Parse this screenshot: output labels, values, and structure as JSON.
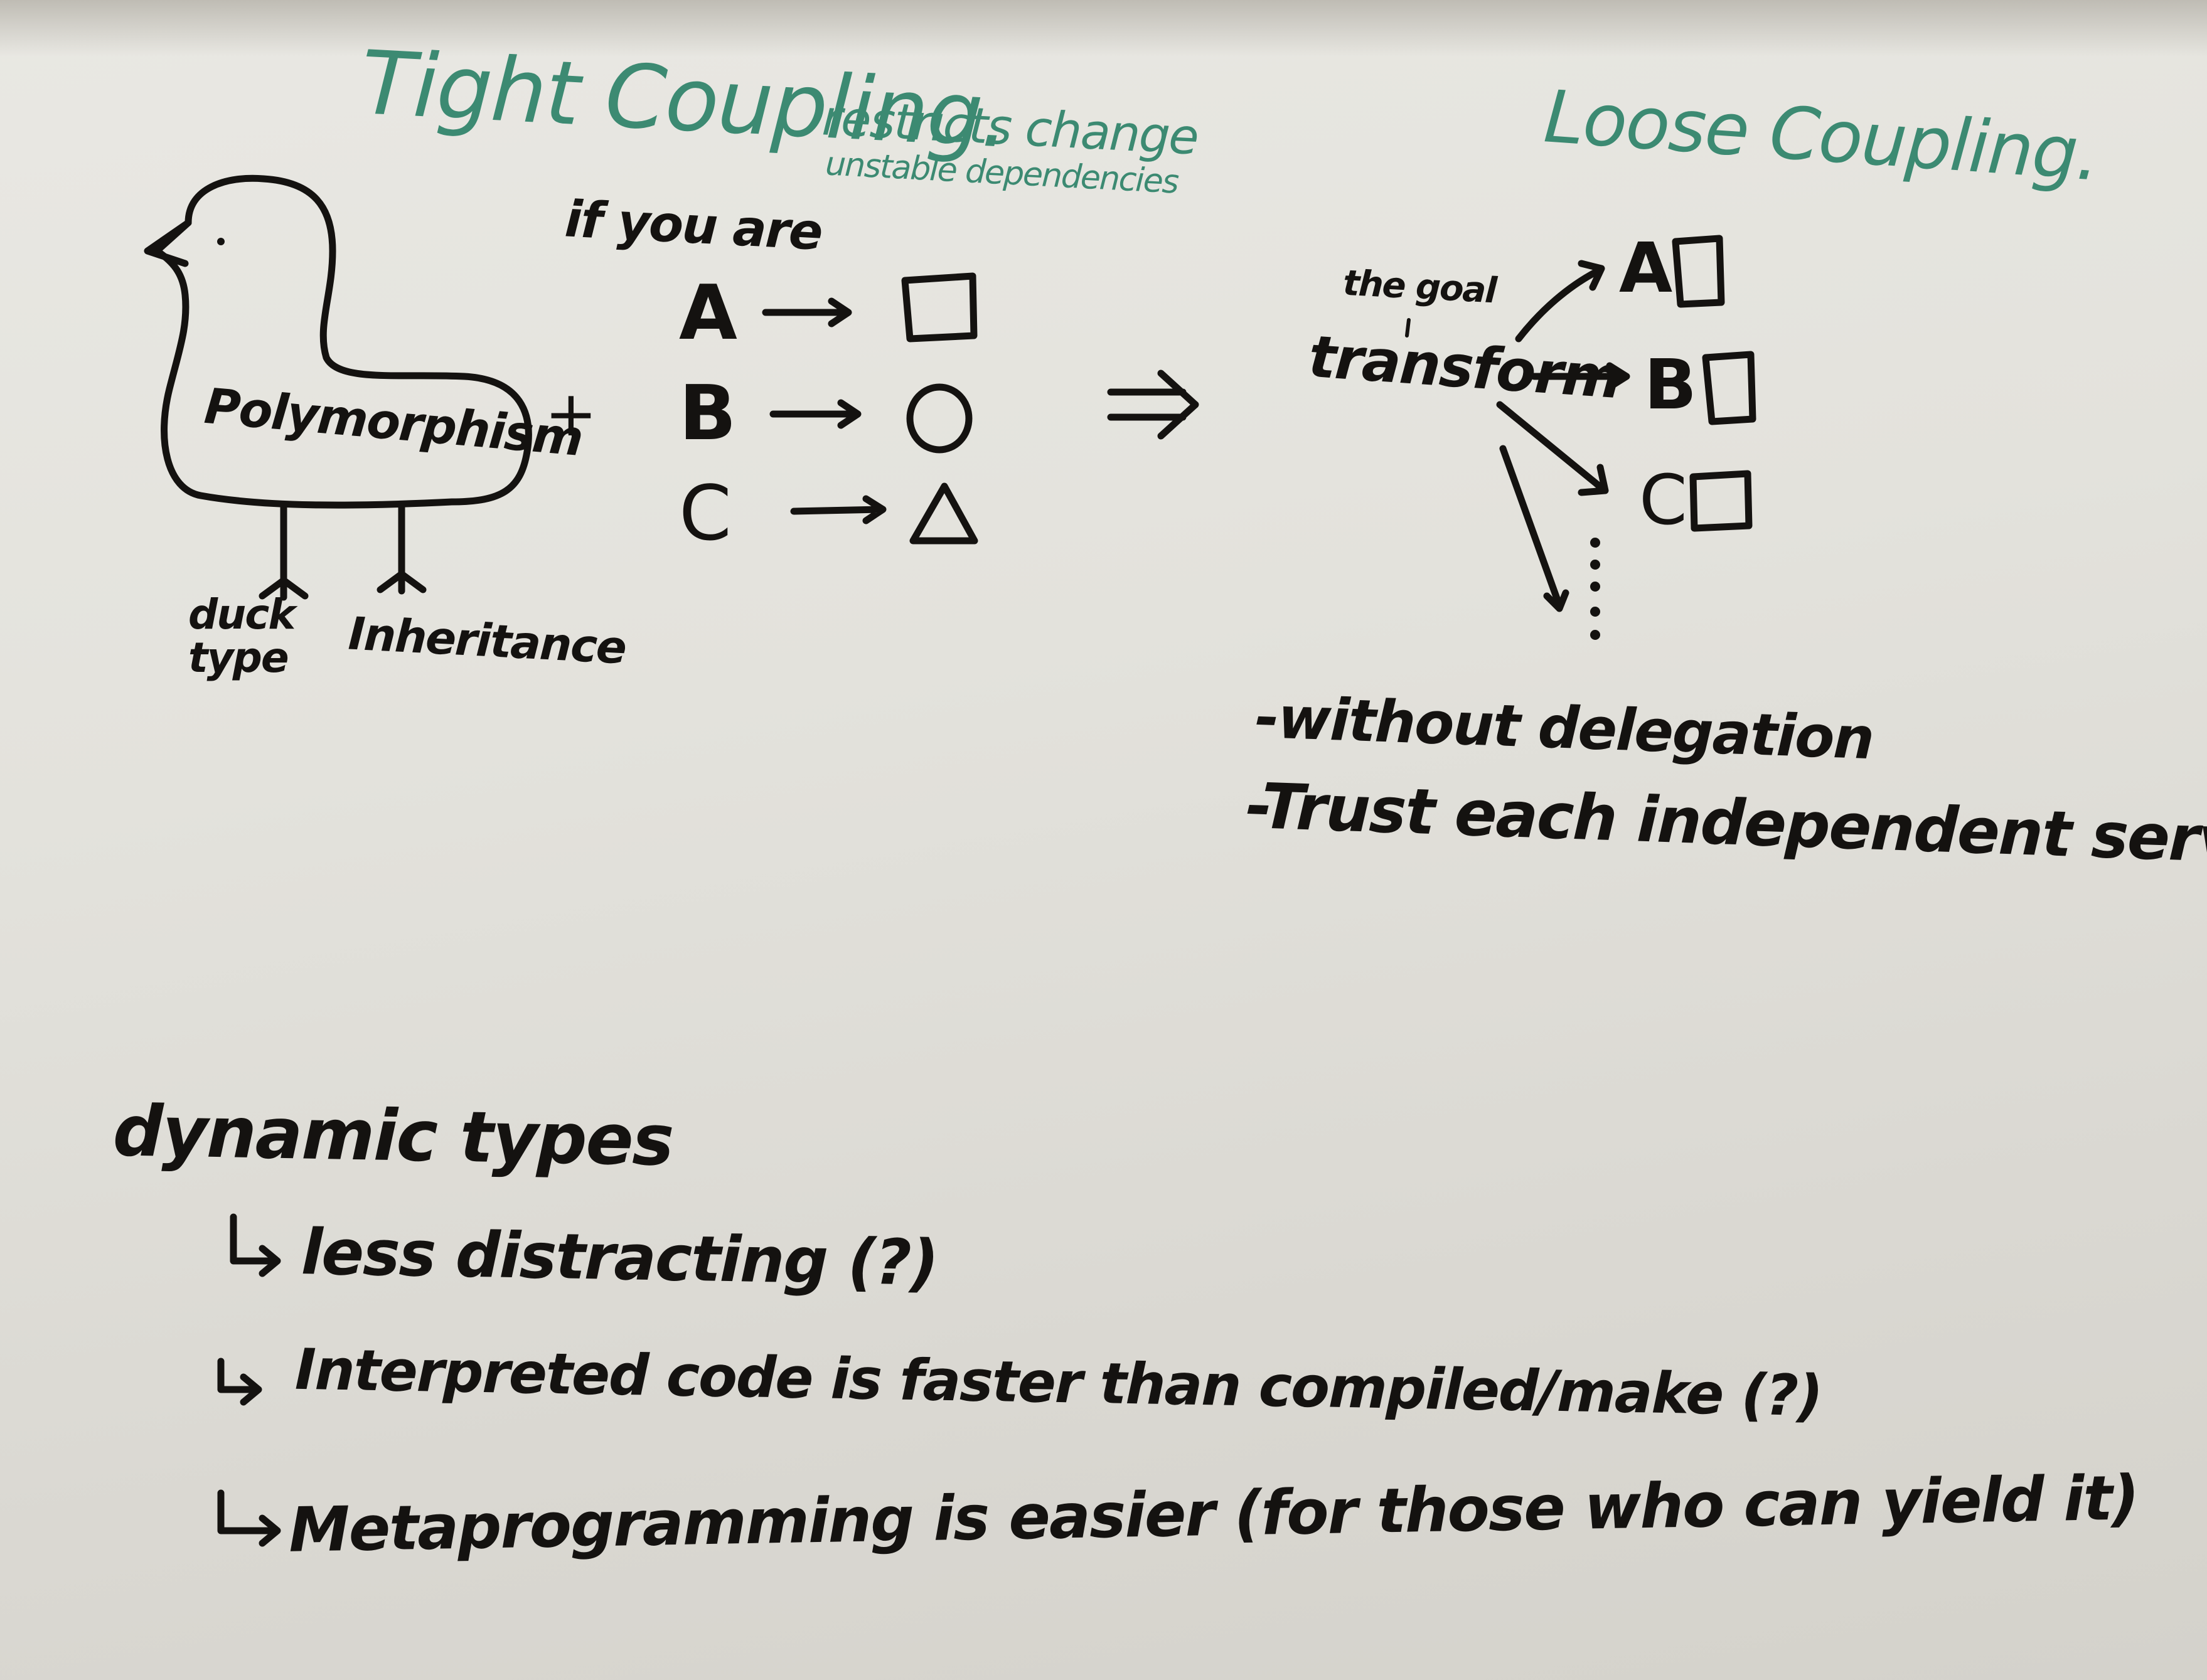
{
  "colors": {
    "black_marker": "#141210",
    "green_marker": "#3c8a72",
    "board": "#e4e3de"
  },
  "tight": {
    "title": "Tight Coupling.",
    "note1": "restricts change",
    "note2": "unstable dependencies",
    "intro": "if you are",
    "rows": [
      {
        "letter": "A",
        "shape": "square"
      },
      {
        "letter": "B",
        "shape": "circle"
      },
      {
        "letter": "C",
        "shape": "triangle"
      }
    ]
  },
  "duck": {
    "body_label": "Polymorphism",
    "plus": "+",
    "left_leg_label": "duck type",
    "right_leg_label": "Inheritance"
  },
  "loose": {
    "title": "Loose Coupling.",
    "goal": "the goal",
    "hub": "transform",
    "targets": [
      "A",
      "B",
      "C"
    ],
    "bullets": [
      "-without delegation",
      "-Trust each independent service"
    ]
  },
  "dynamic": {
    "heading": "dynamic types",
    "items": [
      "less distracting (?)",
      "Interpreted code is faster than compiled/make (?)",
      "Metaprogramming is easier (for those who can yield it)"
    ]
  }
}
